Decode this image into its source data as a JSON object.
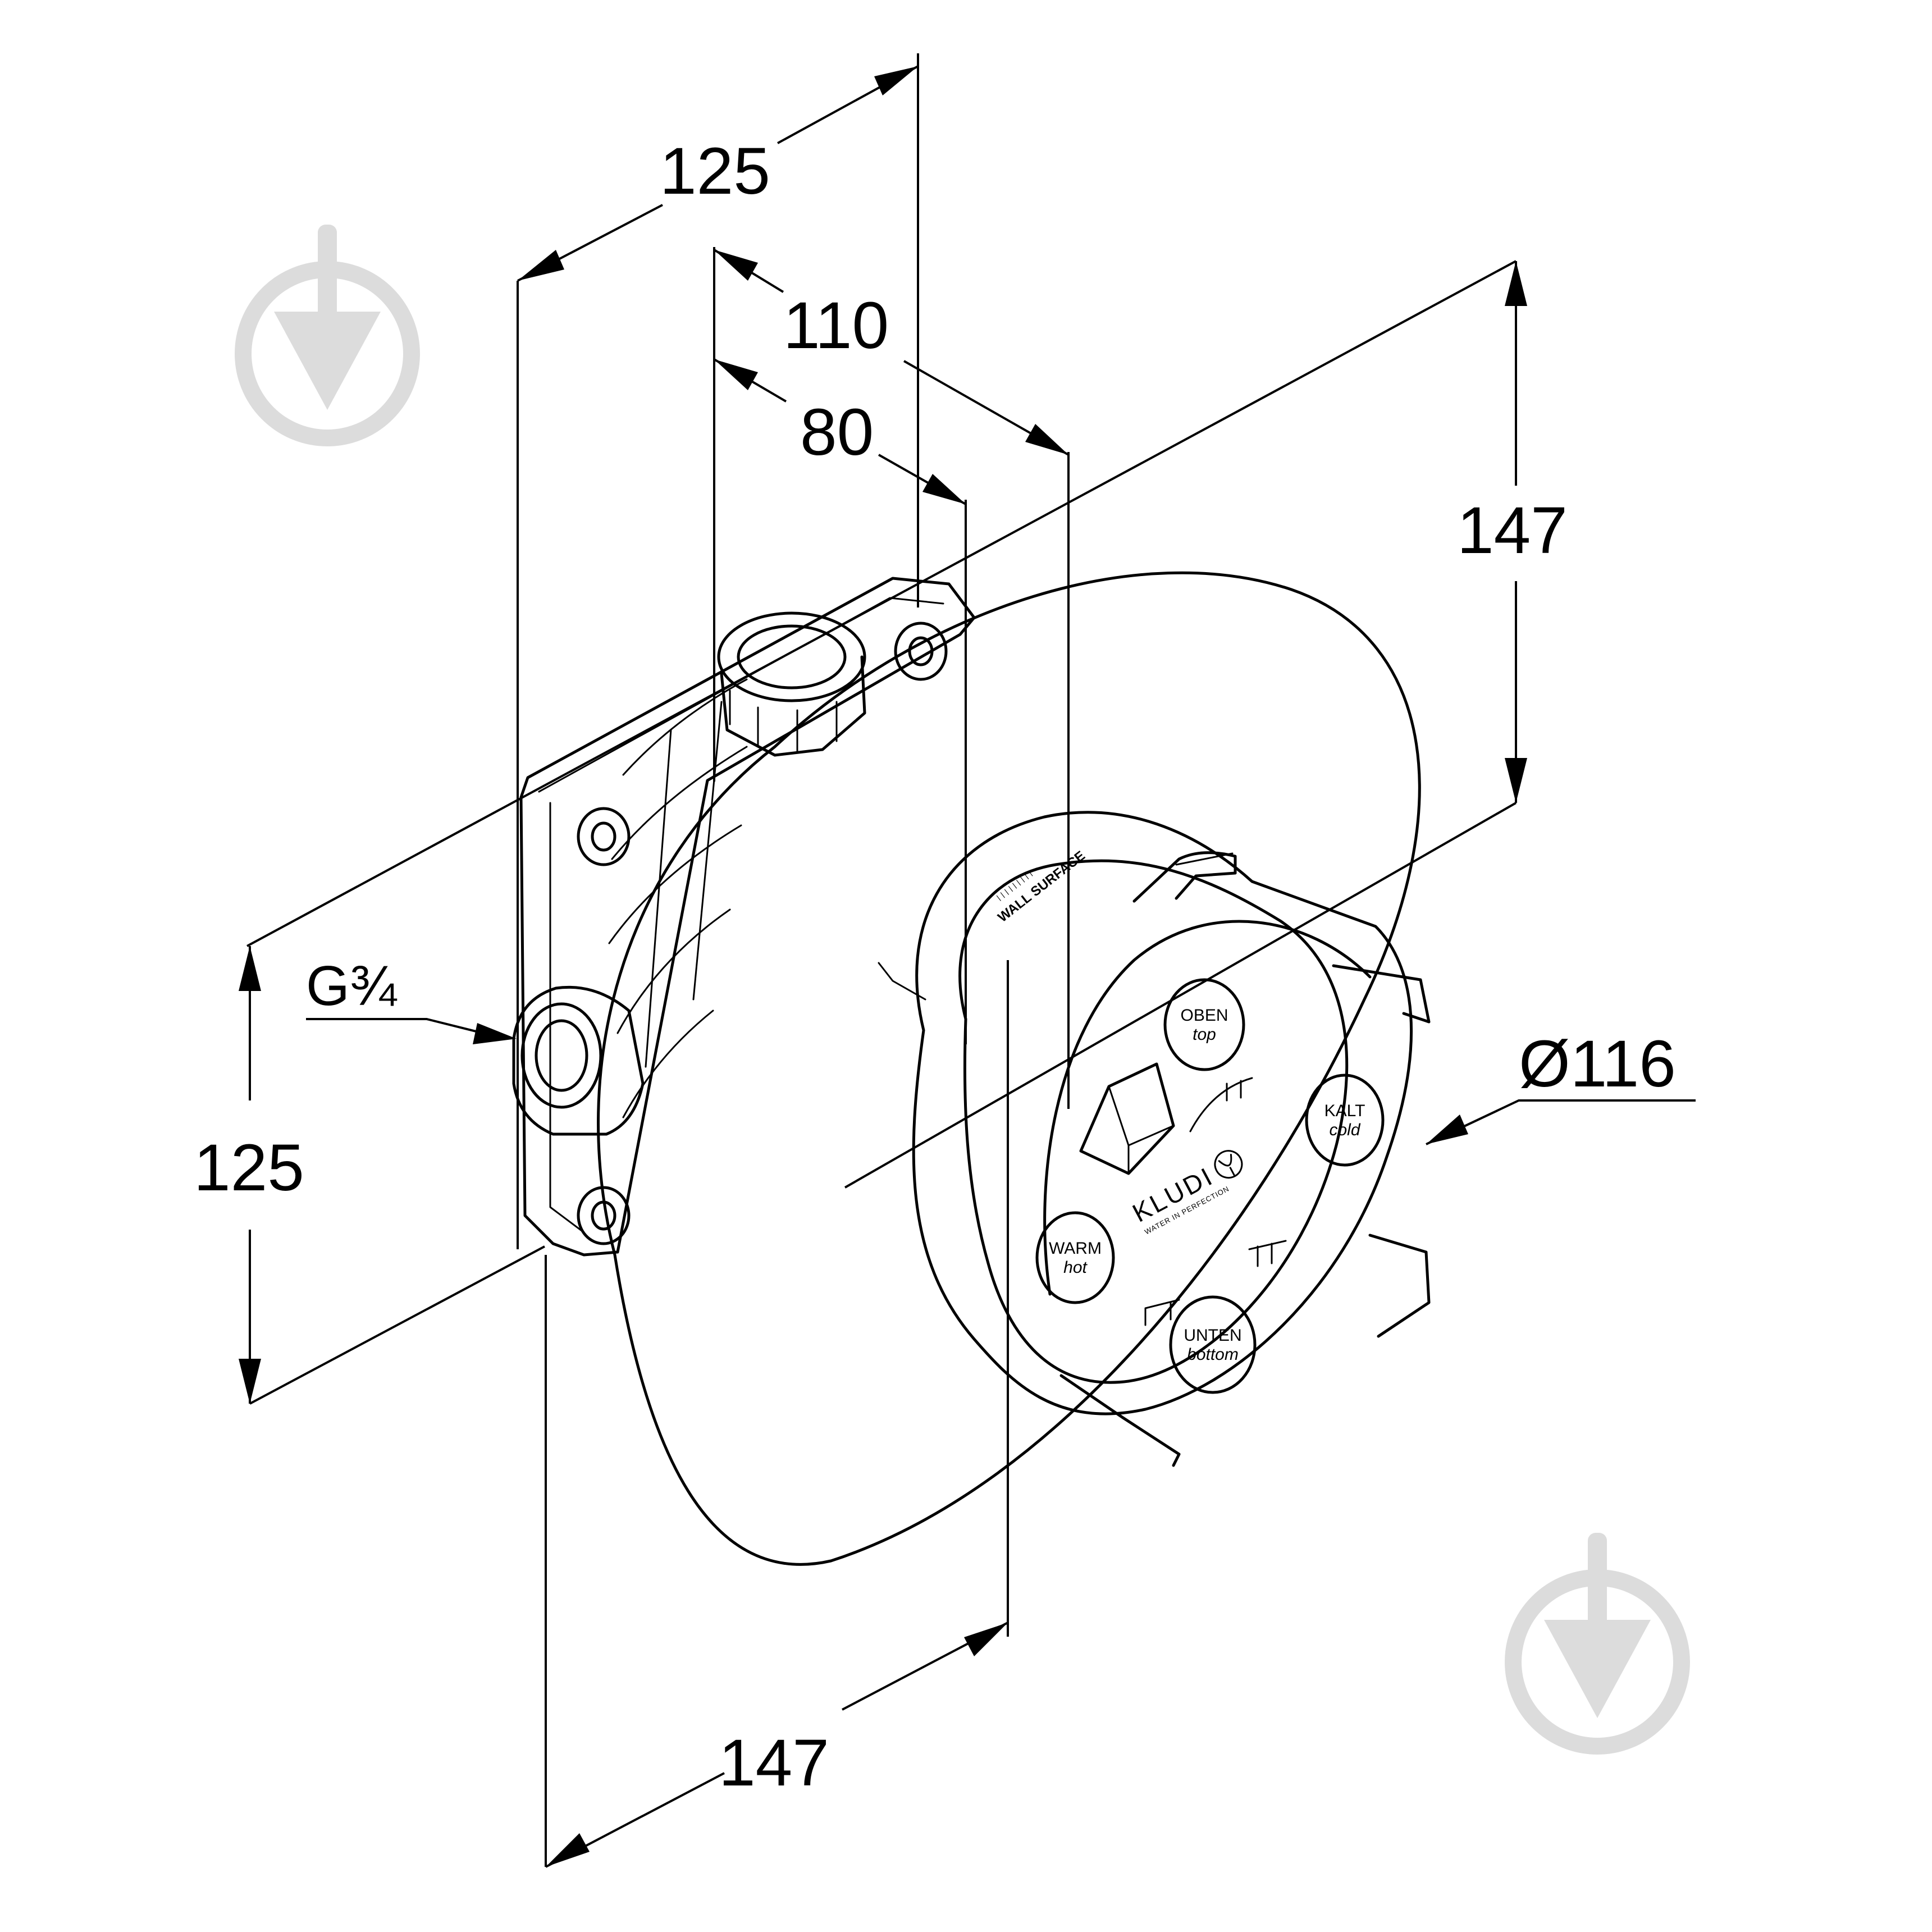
{
  "dimensions": {
    "top_depth_overall": "125",
    "top_depth_max": "110",
    "top_depth_min": "80",
    "right_height": "147",
    "left_height": "125",
    "bottom_width": "147",
    "connection_thread": "G¾",
    "cover_diameter": "Ø116"
  },
  "cover_labels": {
    "top_de": "OBEN",
    "top_en": "top",
    "cold_de": "KALT",
    "cold_en": "cold",
    "hot_de": "WARM",
    "hot_en": "hot",
    "bottom_de": "UNTEN",
    "bottom_en": "bottom"
  },
  "brand": {
    "name": "KLUDI",
    "tagline": "WATER IN PERFECTION"
  },
  "wall_marking": "WALL SURFACE"
}
